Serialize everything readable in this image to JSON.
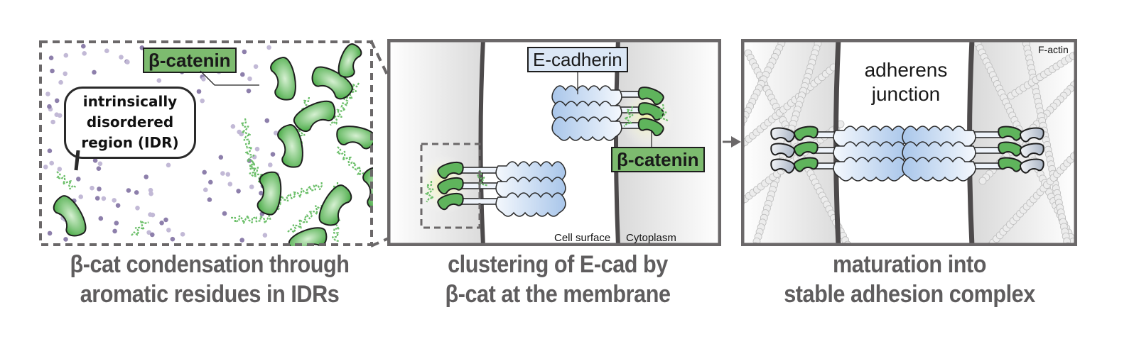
{
  "colors": {
    "frame": "#6b6869",
    "beta_catenin": "#6cbf6a",
    "beta_catenin_label_bg": "#7dbb6f",
    "e_cadherin": "#c9dcf3",
    "e_cadherin_label_bg": "#dbe7f5",
    "dots_dark": "#8d7fab",
    "dots_light": "#c2b9d6",
    "caption": "#5f5d5e",
    "membrane": "#4d4a4b",
    "f_actin": "#d9d9d9"
  },
  "panels": [
    {
      "id": "condensation",
      "labels": {
        "beta_catenin": "β-catenin",
        "idr_bubble": [
          "intrinsically",
          "disordered",
          "region (IDR)"
        ]
      },
      "caption": [
        "β-cat condensation through",
        "aromatic residues in IDRs"
      ]
    },
    {
      "id": "clustering",
      "labels": {
        "e_cadherin": "E-cadherin",
        "beta_catenin": "β-catenin",
        "cell_surface": "Cell surface",
        "cytoplasm": "Cytoplasm"
      },
      "caption": [
        "clustering of E-cad by",
        "β-cat at the membrane"
      ]
    },
    {
      "id": "maturation",
      "labels": {
        "adherens_junction": [
          "adherens",
          "junction"
        ],
        "f_actin": "F-actin"
      },
      "caption": [
        "maturation into",
        "stable adhesion complex"
      ]
    }
  ],
  "icons": {
    "arrow": "right-arrow-icon"
  }
}
